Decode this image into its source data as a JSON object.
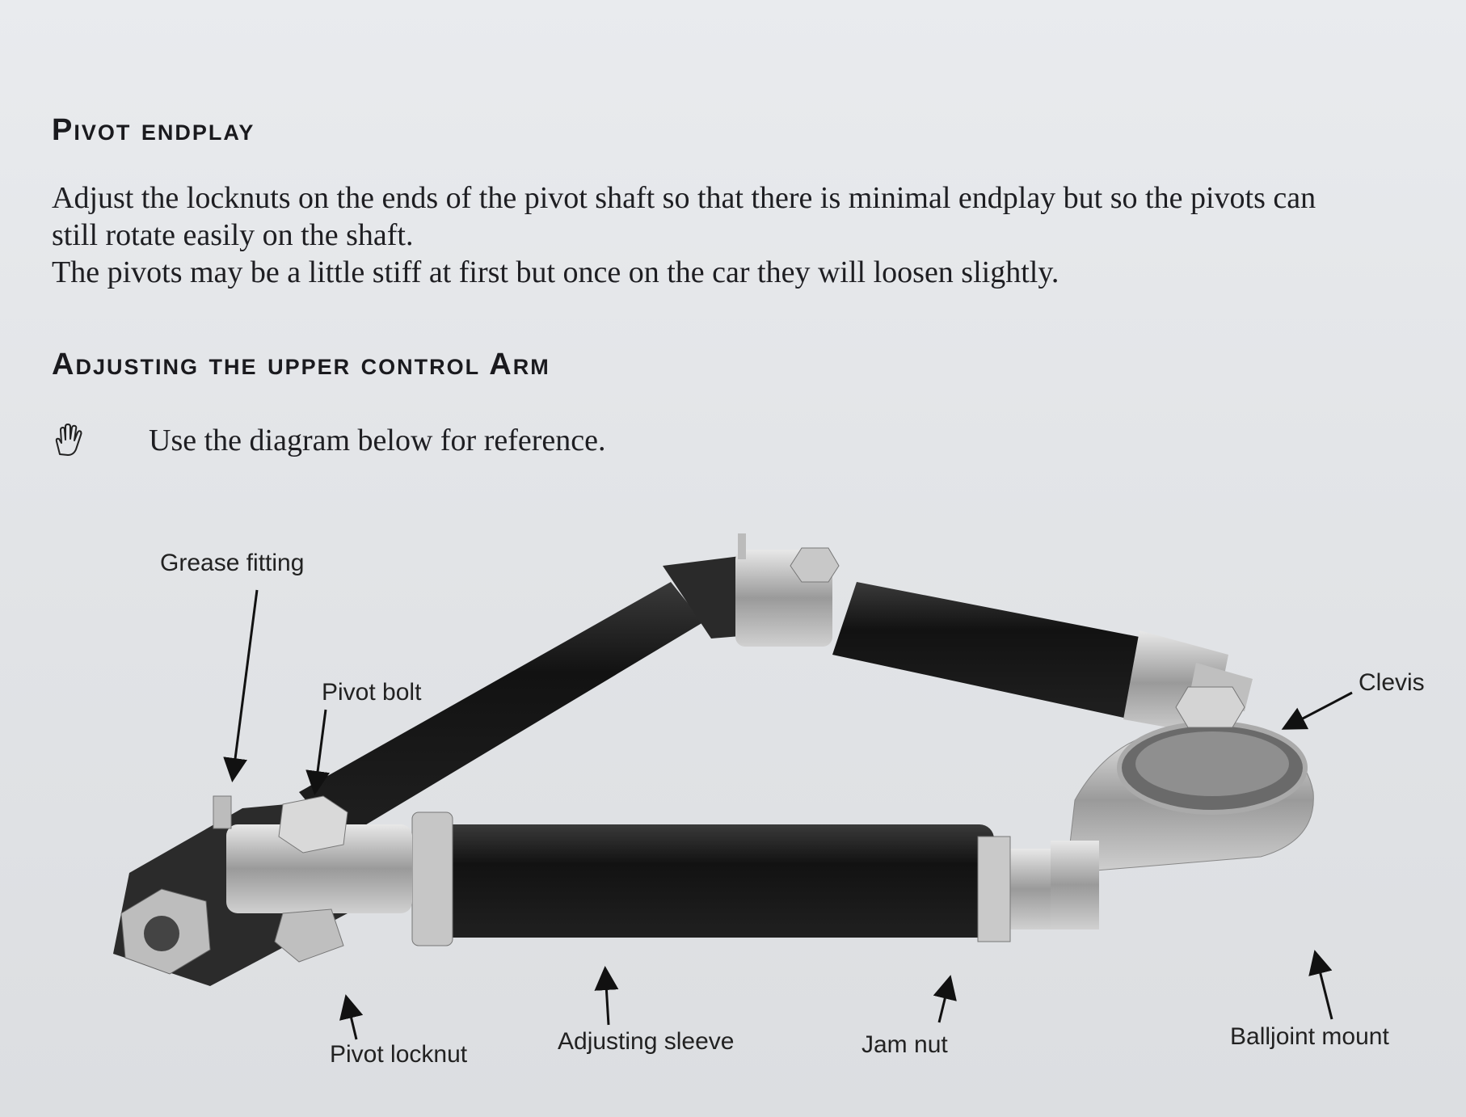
{
  "section1": {
    "heading": "Pivot endplay",
    "paragraph_lines": [
      "Adjust the locknuts on the ends of the pivot shaft so that there is minimal endplay but so the pivots can",
      "still rotate easily on the shaft.",
      "The pivots may be a little stiff at first but once on the car they will loosen slightly."
    ]
  },
  "section2": {
    "heading": "Adjusting the upper control Arm",
    "note": {
      "icon": "hand-icon",
      "text": "Use the diagram below for reference."
    }
  },
  "diagram": {
    "labels": {
      "grease_fitting": "Grease fitting",
      "pivot_bolt": "Pivot bolt",
      "clevis": "Clevis",
      "pivot_locknut": "Pivot locknut",
      "adjusting_sleeve": "Adjusting sleeve",
      "jam_nut": "Jam nut",
      "balljoint_mount": "Balljoint mount"
    }
  }
}
